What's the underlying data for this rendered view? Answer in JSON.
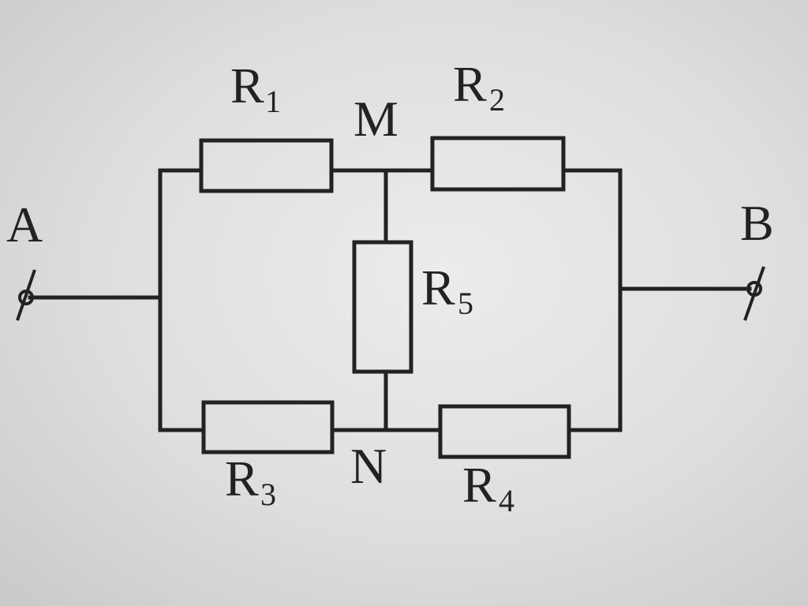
{
  "nodes": {
    "a": "A",
    "b": "B",
    "m": "M",
    "n": "N"
  },
  "resistors": [
    {
      "letter": "R",
      "index": "1"
    },
    {
      "letter": "R",
      "index": "2"
    },
    {
      "letter": "R",
      "index": "3"
    },
    {
      "letter": "R",
      "index": "4"
    },
    {
      "letter": "R",
      "index": "5"
    }
  ]
}
